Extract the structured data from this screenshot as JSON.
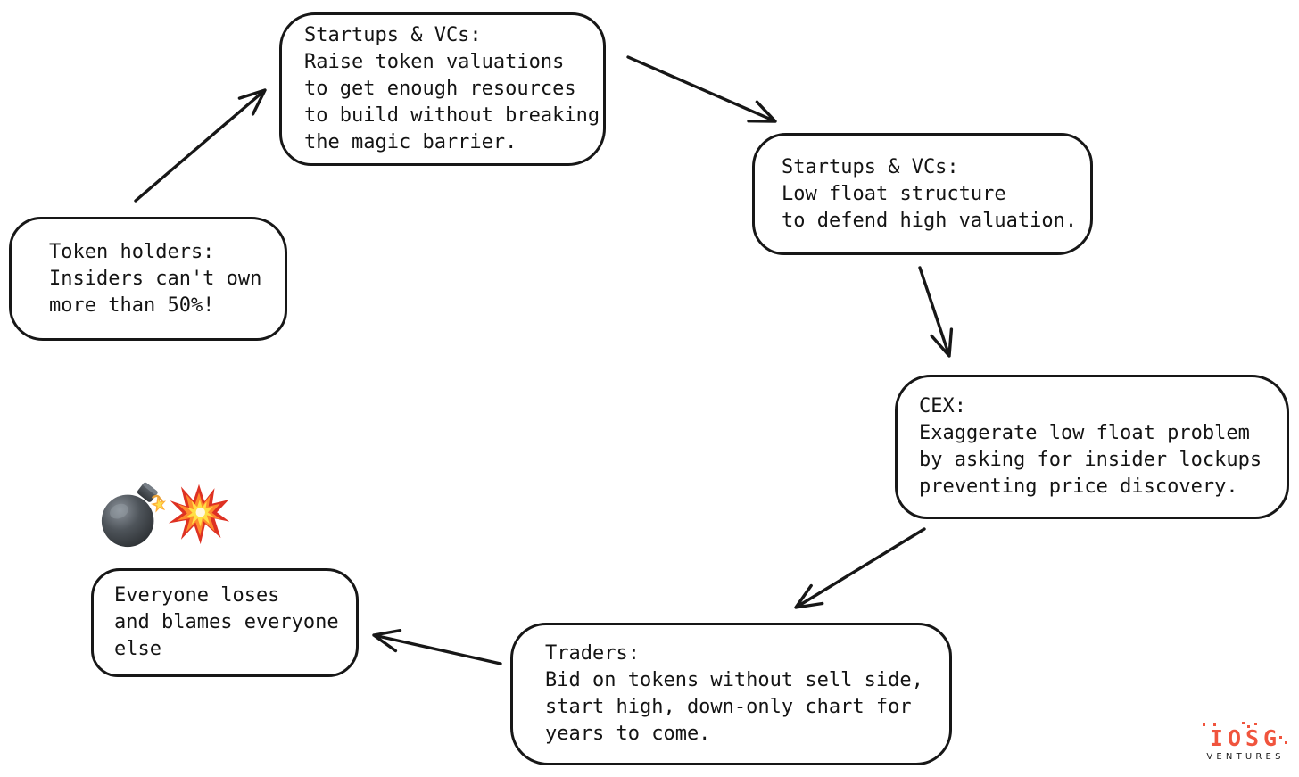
{
  "nodes": {
    "startups_raise": {
      "text": "Startups & VCs:\nRaise token valuations\nto get enough resources\nto build without breaking\nthe magic barrier."
    },
    "token_holders": {
      "text": "Token holders:\nInsiders can't own\nmore than 50%!"
    },
    "startups_float": {
      "text": "Startups & VCs:\nLow float structure\nto defend high valuation."
    },
    "cex": {
      "text": "CEX:\nExaggerate low float problem\nby asking for insider lockups\npreventing price discovery."
    },
    "traders": {
      "text": "Traders:\nBid on tokens without sell side,\nstart high, down-only chart for\nyears to come."
    },
    "everyone_loses": {
      "text": "Everyone loses\nand blames everyone\nelse"
    }
  },
  "icons": {
    "bomb": "💣",
    "explosion": "💥"
  },
  "logo": {
    "brand": "IOSG",
    "subtitle": "VENTURES",
    "brand_color": "#f0543d"
  },
  "colors": {
    "ink": "#171717",
    "background": "#ffffff"
  }
}
